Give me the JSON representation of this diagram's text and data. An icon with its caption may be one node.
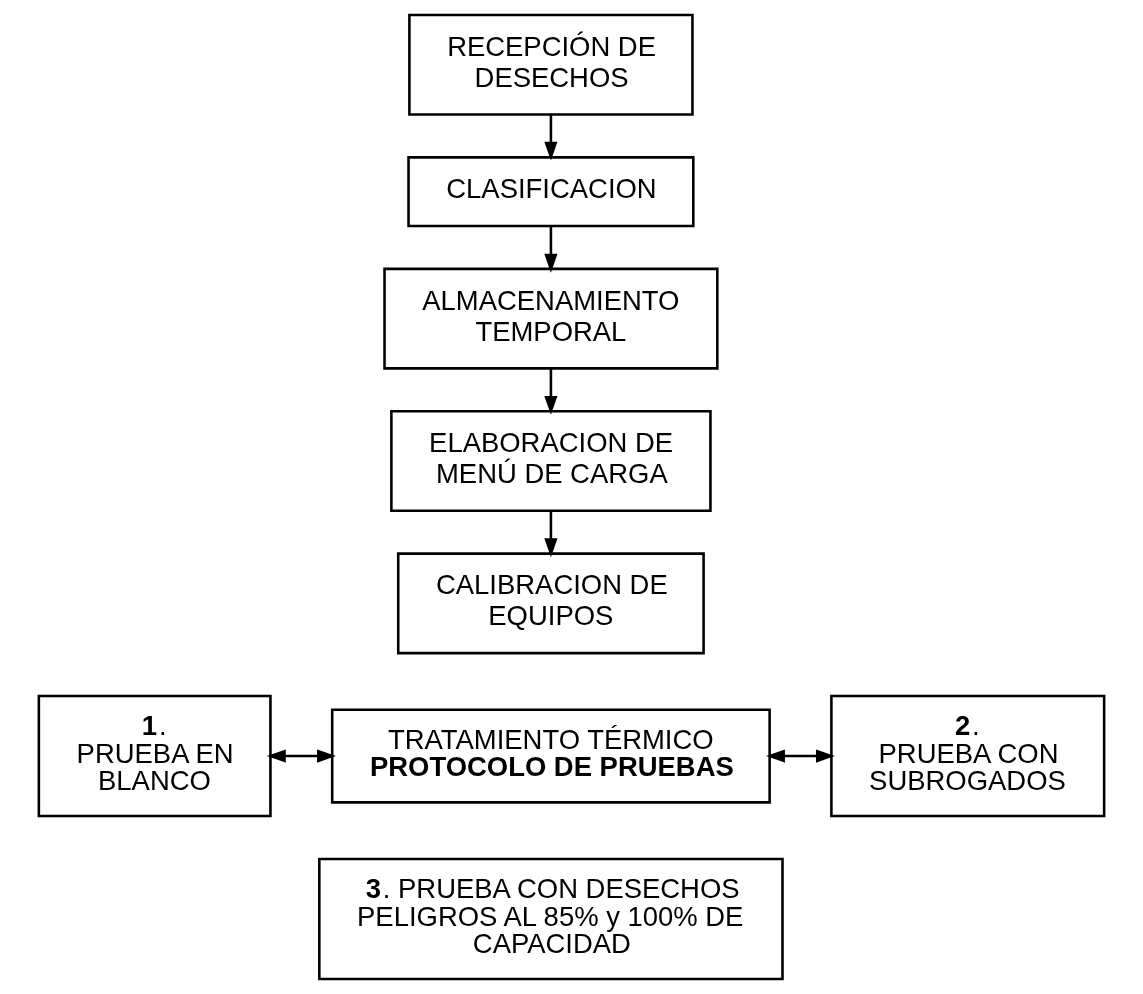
{
  "diagram": {
    "nodes": [
      {
        "text": [
          "RECEPCIÓN DE DESECHOS"
        ]
      },
      {
        "text": [
          "CLASIFICACION"
        ]
      },
      {
        "text": [
          "ALMACENAMIENTO TEMPORAL"
        ]
      },
      {
        "text": [
          "ELABORACION DE MENÚ DE CARGA"
        ]
      },
      {
        "text": [
          "CALIBRACION DE EQUIPOS"
        ]
      },
      {
        "text": [
          "**1**. PRUEBA EN BLANCO"
        ]
      },
      {
        "text": [
          "TRATAMIENTO TÉRMICO",
          "PROTOCOLO DE PRUEBAS"
        ]
      },
      {
        "text": [
          "**2**. PRUEBA CON SUBROGADOS"
        ]
      },
      {
        "text": [
          "**3**. PRUEBA CON DESECHOS PELIGROS AL 85% y 100% DE CAPACIDAD"
        ]
      }
    ],
    "edges": [
      {
        "from": 0,
        "to": 1,
        "arrow": "to"
      },
      {
        "from": 1,
        "to": 2,
        "arrow": "to"
      },
      {
        "from": 2,
        "to": 3,
        "arrow": "to"
      },
      {
        "from": 3,
        "to": 4,
        "arrow": "to"
      },
      {
        "from": 5,
        "to": 6,
        "arrow": "both"
      },
      {
        "from": 6,
        "to": 7,
        "arrow": "both"
      }
    ]
  }
}
